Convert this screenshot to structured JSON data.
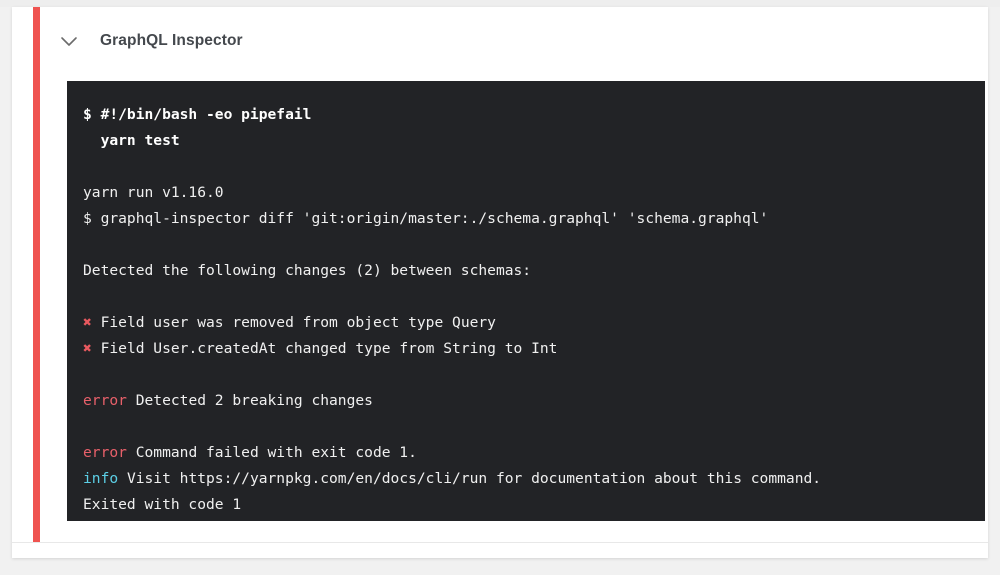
{
  "job": {
    "title": "GraphQL Inspector",
    "collapse_icon": "chevron-down-icon",
    "status_color": "#ef5350"
  },
  "terminal": {
    "background": "#222326",
    "lines": [
      {
        "type": "command",
        "parts": [
          {
            "text": "$ #!/bin/bash -eo pipefail",
            "style": "cmd"
          }
        ]
      },
      {
        "type": "command",
        "parts": [
          {
            "text": "  yarn test",
            "style": "cmd"
          }
        ]
      },
      {
        "type": "blank",
        "parts": []
      },
      {
        "type": "output",
        "parts": [
          {
            "text": "yarn run v1.16.0",
            "style": "plain"
          }
        ]
      },
      {
        "type": "output",
        "parts": [
          {
            "text": "$ graphql-inspector diff 'git:origin/master:./schema.graphql' 'schema.graphql'",
            "style": "plain"
          }
        ]
      },
      {
        "type": "blank",
        "parts": []
      },
      {
        "type": "output",
        "parts": [
          {
            "text": "Detected the following changes (2) between schemas:",
            "style": "plain"
          }
        ]
      },
      {
        "type": "blank",
        "parts": []
      },
      {
        "type": "output",
        "parts": [
          {
            "text": "✖",
            "style": "cross"
          },
          {
            "text": " Field user was removed from object type Query",
            "style": "plain"
          }
        ]
      },
      {
        "type": "output",
        "parts": [
          {
            "text": "✖",
            "style": "cross"
          },
          {
            "text": " Field User.createdAt changed type from String to Int",
            "style": "plain"
          }
        ]
      },
      {
        "type": "blank",
        "parts": []
      },
      {
        "type": "output",
        "parts": [
          {
            "text": "error",
            "style": "error"
          },
          {
            "text": " Detected 2 breaking changes",
            "style": "plain"
          }
        ]
      },
      {
        "type": "blank",
        "parts": []
      },
      {
        "type": "output",
        "parts": [
          {
            "text": "error",
            "style": "error"
          },
          {
            "text": " Command failed with exit code 1.",
            "style": "plain"
          }
        ]
      },
      {
        "type": "output",
        "parts": [
          {
            "text": "info",
            "style": "info"
          },
          {
            "text": " Visit https://yarnpkg.com/en/docs/cli/run for documentation about this command.",
            "style": "plain"
          }
        ]
      },
      {
        "type": "output",
        "parts": [
          {
            "text": "Exited with code 1",
            "style": "plain"
          }
        ]
      }
    ]
  }
}
